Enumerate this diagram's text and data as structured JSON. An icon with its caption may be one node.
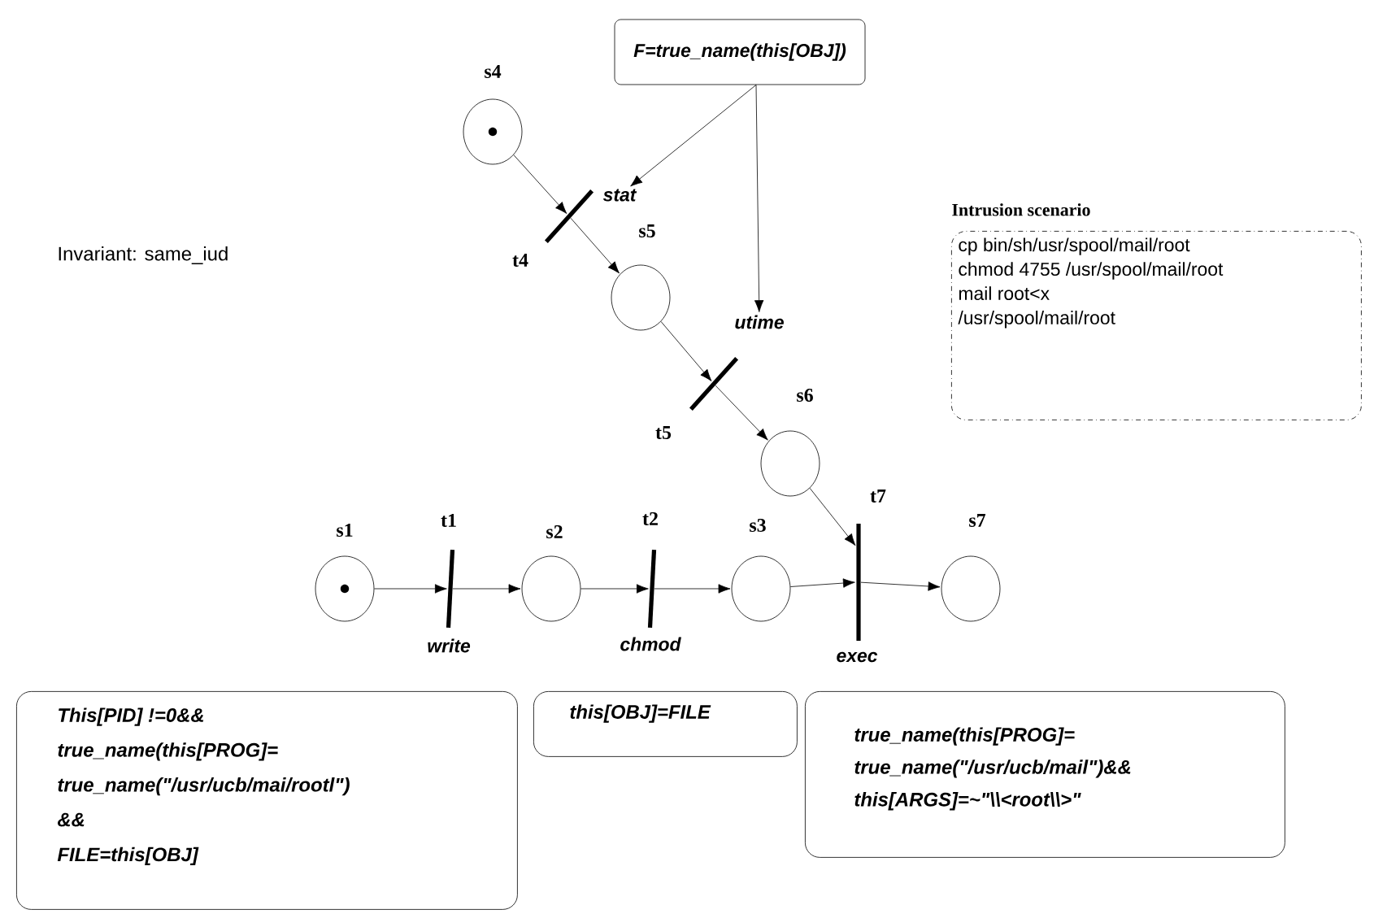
{
  "diagram": {
    "nodes": [
      {
        "text": [
          "F=true_name(this[OBJ])"
        ]
      },
      {
        "text": [],
        "shape": "circle",
        "beside": [
          "s4"
        ]
      },
      {
        "text": [
          "stat"
        ]
      },
      {
        "text": [],
        "shape": "bar",
        "beside": [
          "t4"
        ]
      },
      {
        "text": [],
        "shape": "circle",
        "beside": [
          "s5"
        ]
      },
      {
        "text": [
          "utime"
        ]
      },
      {
        "text": [],
        "shape": "bar",
        "beside": [
          "t5"
        ]
      },
      {
        "text": [],
        "shape": "circle",
        "beside": [
          "s6"
        ]
      },
      {
        "text": [
          "Intrusion scenario",
          "cp bin/sh/usr/spool/mail/root",
          "chmod 4755 /usr/spool/mail/root",
          "mail root<x",
          "/usr/spool/mail/root"
        ]
      },
      {
        "text": [],
        "shape": "bar",
        "beside": [
          "t7",
          "exec"
        ]
      },
      {
        "text": [],
        "shape": "circle",
        "beside": [
          "s1"
        ]
      },
      {
        "text": [],
        "shape": "bar",
        "beside": [
          "t1",
          "write"
        ]
      },
      {
        "text": [],
        "shape": "circle",
        "beside": [
          "s2"
        ]
      },
      {
        "text": [],
        "shape": "bar",
        "beside": [
          "t2",
          "chmod"
        ]
      },
      {
        "text": [],
        "shape": "circle",
        "beside": [
          "s3"
        ]
      },
      {
        "text": [],
        "shape": "circle",
        "beside": [
          "s7"
        ]
      },
      {
        "text": [
          "This[PID] !=0&&",
          "true_name(this[PROG]=",
          "true_name(\"/usr/ucb/mai/rootl\")",
          "&&",
          "FILE=this[OBJ]"
        ]
      },
      {
        "text": [
          "this[OBJ]=FILE"
        ]
      },
      {
        "text": [
          "true_name(this[PROG]=",
          "true_name(\"/usr/ucb/mail\")&&",
          "this[ARGS]=~\"\\\\<root\\\\>\""
        ]
      }
    ],
    "edges": [
      {
        "from": 0,
        "to": 2,
        "arrow": "to"
      },
      {
        "from": 0,
        "to": 5,
        "arrow": "to"
      },
      {
        "from": 1,
        "to": 3,
        "arrow": "to"
      },
      {
        "from": 3,
        "to": 4,
        "arrow": "to"
      },
      {
        "from": 4,
        "to": 6,
        "arrow": "to"
      },
      {
        "from": 6,
        "to": 7,
        "arrow": "to"
      },
      {
        "from": 7,
        "to": 9,
        "arrow": "to"
      },
      {
        "from": 10,
        "to": 11,
        "arrow": "to"
      },
      {
        "from": 11,
        "to": 12,
        "arrow": "to"
      },
      {
        "from": 12,
        "to": 13,
        "arrow": "to"
      },
      {
        "from": 13,
        "to": 14,
        "arrow": "to"
      },
      {
        "from": 14,
        "to": 9,
        "arrow": "to"
      },
      {
        "from": 9,
        "to": 15,
        "arrow": "to"
      }
    ],
    "labels": [
      "Invariant: same_iud"
    ]
  }
}
